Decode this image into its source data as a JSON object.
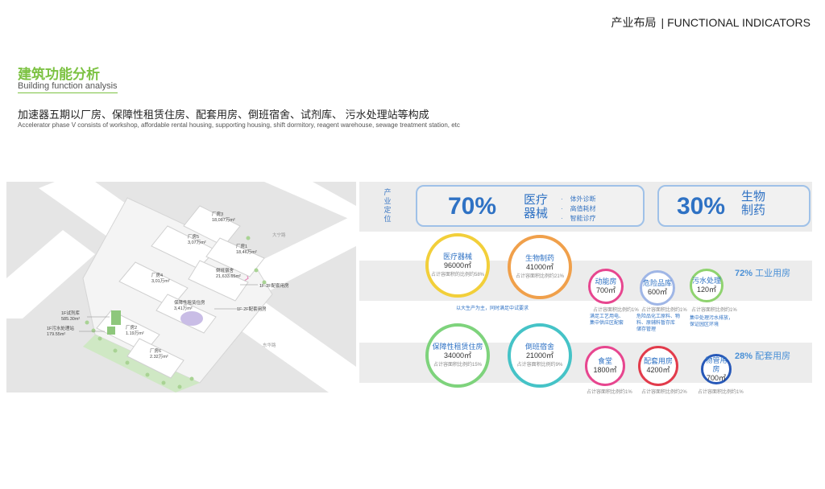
{
  "header": {
    "cn": "产业布局",
    "sep": "|",
    "en": "FUNCTIONAL INDICATORS"
  },
  "section": {
    "title": "建筑功能分析",
    "subtitle": "Building function analysis",
    "lead_cn": "加速器五期以厂房、保障性租赁住房、配套用房、倒班宿舍、试剂库、 污水处理站等构成",
    "lead_en": "Accelerator phase V consists of workshop, affordable rental housing, supporting housing, shift dormitory, reagent warehouse, sewage treatment station, etc"
  },
  "map": {
    "labels": [
      {
        "name": "厂房3",
        "area": "18,087万m²"
      },
      {
        "name": "厂房5",
        "area": "3,07万m²"
      },
      {
        "name": "厂房1",
        "area": "18,46万m²"
      },
      {
        "name": "倒班宿舍",
        "area": "21,633.65m²"
      },
      {
        "name": "厂房4",
        "area": "3,01万m²"
      },
      {
        "name": "保障性租赁住房",
        "area": "3,41万m²"
      },
      {
        "name": "1F-2F配套用房",
        "area": ""
      },
      {
        "name": "1F-2F配套用房",
        "area": ""
      },
      {
        "name": "1F试剂库",
        "area": "585.30m²"
      },
      {
        "name": "1F污水处理站",
        "area": "179.55m²"
      },
      {
        "name": "厂房2",
        "area": "1.19万m²"
      },
      {
        "name": "厂房6",
        "area": "2.32万m²"
      }
    ],
    "roads": [
      "大宁路",
      "东华路"
    ]
  },
  "positioning": {
    "label": "产业定位",
    "left": {
      "percent": "70%",
      "name_line1": "医疗",
      "name_line2": "器械",
      "bullets": [
        "体外诊断",
        "高值耗材",
        "智能诊疗"
      ]
    },
    "right": {
      "percent": "30%",
      "name_line1": "生物",
      "name_line2": "制药"
    }
  },
  "circles": {
    "medical": {
      "name": "医疗器械",
      "area": "96000㎡",
      "pct": "占计容面积的比例约58%"
    },
    "biopharma": {
      "name": "生物制药",
      "area": "41000㎡",
      "pct": "占计容面积比例约21%"
    },
    "power": {
      "name": "动能房",
      "area": "700㎡",
      "pct": "占计容面积比例约1%"
    },
    "hazard": {
      "name": "危险品库",
      "area": "600㎡",
      "pct": "占计容面积比例约1%"
    },
    "sewage": {
      "name": "污水处理",
      "area": "120㎡",
      "pct": "占计容面积比例约1%"
    },
    "rental": {
      "name": "保障性租赁住房",
      "area": "34000㎡",
      "pct": "占计容面积比例约15%"
    },
    "dorm": {
      "name": "倒班宿舍",
      "area": "21000㎡",
      "pct": "占计容面积比例约9%"
    },
    "canteen": {
      "name": "食堂",
      "area": "1800㎡",
      "pct": "占计容面积比例约1%"
    },
    "support": {
      "name": "配套用房",
      "area": "4200㎡",
      "pct": "占计容面积比例约2%"
    },
    "property": {
      "name": "物管用房",
      "area": "700㎡",
      "pct": "占计容面积比例约1%"
    }
  },
  "notes": {
    "main": "以大生产为主，同时满足中试要求",
    "power": [
      "满足工艺用电、",
      "集中供应区配套"
    ],
    "hazard": [
      "危险品化工原料、物料、原辅料暂存库",
      "储存管理"
    ],
    "sewage": [
      "集中处理污水排放，",
      "保证园区环境"
    ]
  },
  "categories": {
    "industrial": {
      "percent": "72%",
      "label": "工业用房"
    },
    "supporting": {
      "percent": "28%",
      "label": "配套用房"
    }
  },
  "colors": {
    "accent_green": "#7cc242",
    "blue": "#2f72c4",
    "yellow": "#f2cf3a",
    "orange": "#f0a04b",
    "green": "#7ed37c",
    "teal": "#45c3c7",
    "pink": "#e7468f",
    "red": "#e23b4b",
    "navy": "#2758b8",
    "lavender": "#9fb6e6",
    "light_green": "#8fd36f"
  }
}
